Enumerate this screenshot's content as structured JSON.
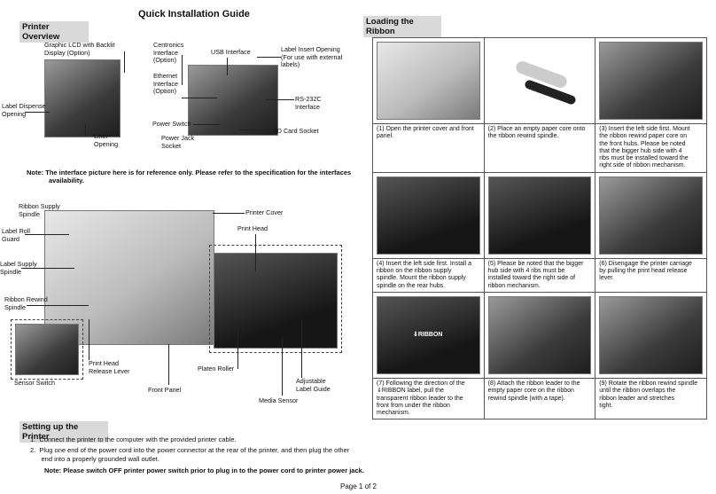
{
  "title": "Quick Installation Guide",
  "overview": {
    "heading": "Printer Overview",
    "labels": {
      "lcd": "Graphic LCD with Backlit\nDisplay (Option)",
      "dispense": "Label Dispense\nOpening",
      "liner": "Liner\nOpening",
      "centronics": "Centronics\nInterface\n(Option)",
      "usb": "USB Interface",
      "ethernet": "Ethernet\nInterface\n(Option)",
      "power": "Power Switch",
      "jack": "Power Jack\nSocket",
      "insert": "Label Insert Opening\n(For use with external\nlabels)",
      "rs232": "RS-232C\nInterface",
      "sd": "SD Card Socket"
    },
    "note": "Note: The interface picture here is for reference only. Please refer to the specification for the interfaces\n            availability."
  },
  "interior": {
    "labels": {
      "ribbon_supply": "Ribbon Supply\nSpindle",
      "roll_guard": "Label Roll\nGuard",
      "label_supply": "Label Supply\nSpindle",
      "rewind": "Ribbon Rewind\nSpindle",
      "sensor": "Sensor Switch",
      "release": "Print Head\nRelease Lever",
      "front_panel": "Front Panel",
      "cover": "Printer Cover",
      "head": "Print Head",
      "platen": "Platen Roller",
      "guide": "Adjustable\nLabel Guide",
      "media": "Media Sensor"
    }
  },
  "setup": {
    "heading": "Setting up the Printer",
    "steps": [
      "1.  Connect the printer to the computer with the provided printer cable.",
      "2.  Plug one end of the power cord into the power connector at the rear of the printer, and then plug the other\n      end into a properly grounded wall outlet."
    ],
    "note": "Note: Please switch OFF printer power switch prior to plug in to the power cord to printer power jack."
  },
  "ribbon": {
    "heading": "Loading the Ribbon",
    "label_tag": "⇓RIBBON",
    "captions": [
      "(1) Open the printer cover and front\npanel.",
      "(2) Place an empty paper core onto\nthe ribbon rewind spindle.",
      "(3) Insert the left side first. Mount\nthe ribbon rewind paper core on\nthe front hubs. Please be noted\nthat the bigger hub side with 4\nribs must be installed toward the\nright side of ribbon mechanism.",
      "(4) Insert the left side first. Install a\nribbon on the ribbon supply\nspindle. Mount the ribbon supply\nspindle on the rear hubs.",
      "(5) Please be noted that the bigger\nhub side with 4 ribs must be\ninstalled toward the right side of\nribbon mechanism.",
      "(6) Disengage the printer carriage\nby pulling the print head release\nlever.",
      "(7) Following the direction of the\n⇓RIBBON label, pull the\ntransparent ribbon leader to the\nfront from under the ribbon\nmechanism.",
      "(8) Attach the ribbon leader to the\nempty paper core on the ribbon\nrewind spindle (with a tape).",
      "(9) Rotate the ribbon rewind spindle\nuntil the ribbon overlaps the\nribbon leader and stretches\ntight."
    ]
  },
  "footer": "Page 1 of 2"
}
